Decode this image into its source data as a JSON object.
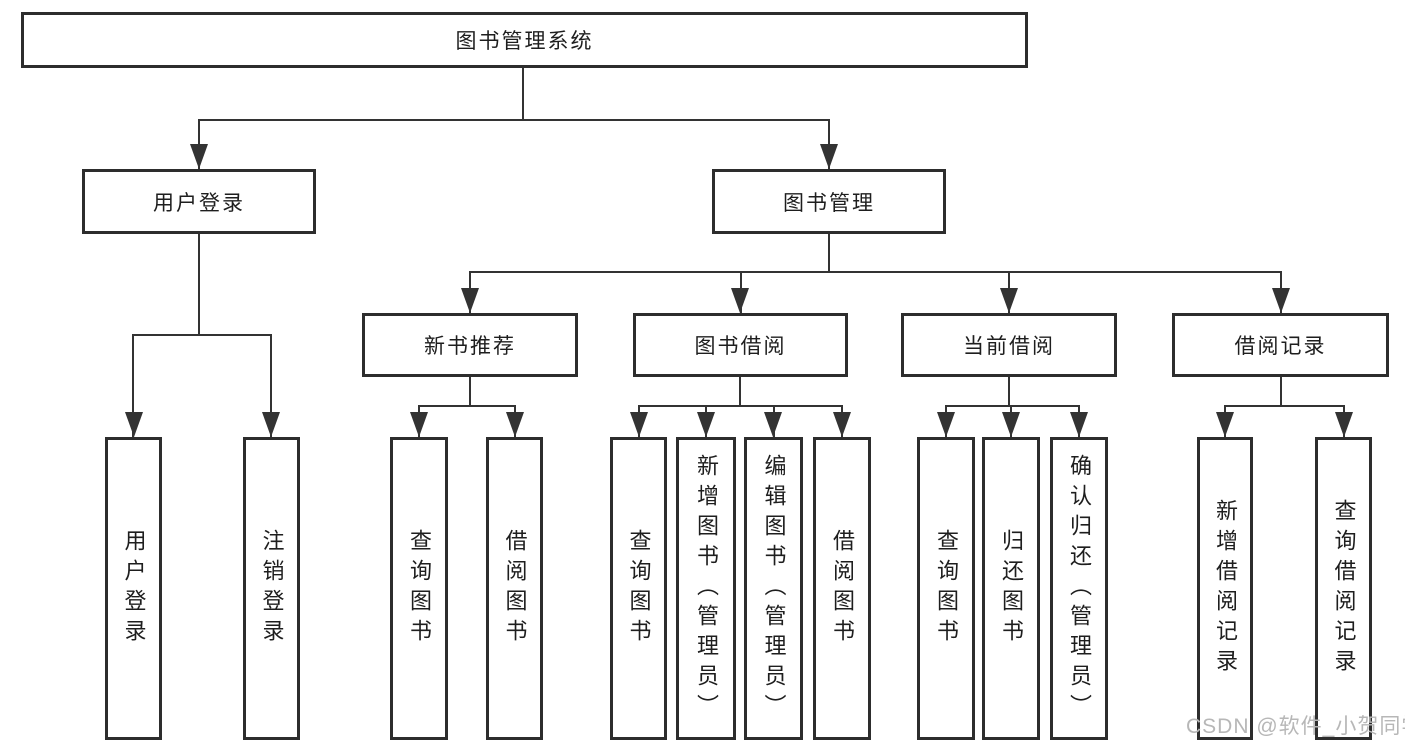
{
  "tree": {
    "root": "图书管理系统",
    "level2": {
      "user_login": "用户登录",
      "book_mgmt": "图书管理"
    },
    "level3": {
      "new_books": "新书推荐",
      "borrowing": "图书借阅",
      "current": "当前借阅",
      "records": "借阅记录"
    },
    "leaves": {
      "user_login": [
        "用户登录",
        "注销登录"
      ],
      "new_books": [
        "查询图书",
        "借阅图书"
      ],
      "borrowing": [
        "查询图书",
        "新增图书（管理员）",
        "编辑图书（管理员）",
        "借阅图书"
      ],
      "current": [
        "查询图书",
        "归还图书",
        "确认归还（管理员）"
      ],
      "records": [
        "新增借阅记录",
        "查询借阅记录"
      ]
    }
  },
  "colors": {
    "line": "#333333",
    "border": "#2d2d2d",
    "text": "#1e1e1e",
    "watermark": "#b7b7b7",
    "background": "#ffffff"
  },
  "watermark": "CSDN @软件_小贺同学"
}
